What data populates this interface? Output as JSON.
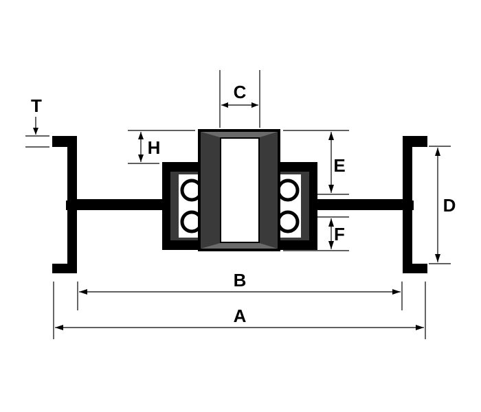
{
  "diagram": {
    "labels": {
      "A": "A",
      "B": "B",
      "C": "C",
      "D": "D",
      "E": "E",
      "F": "F",
      "H": "H",
      "T": "T"
    },
    "colors": {
      "ink": "#000000",
      "housing": "#3a3a3a",
      "background": "#ffffff"
    }
  }
}
